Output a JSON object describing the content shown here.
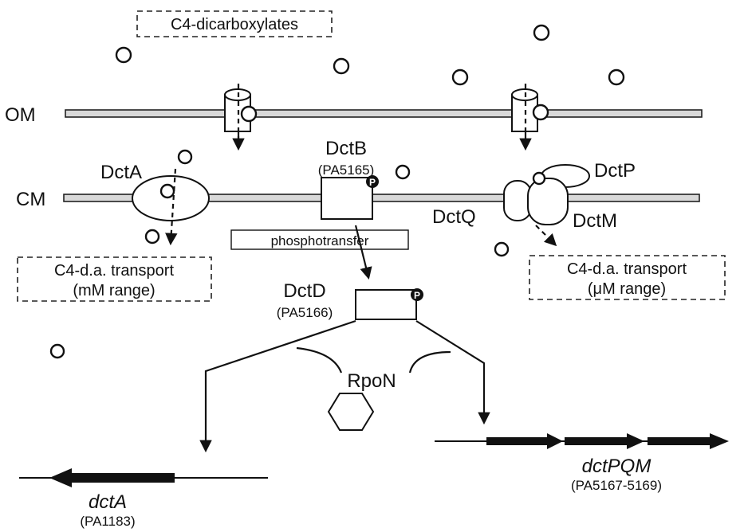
{
  "labels": {
    "c4_dicarboxylates": "C4-dicarboxylates",
    "om": "OM",
    "cm": "CM",
    "dctA_protein": "DctA",
    "dctB": "DctB",
    "dctB_id": "(PA5165)",
    "dctP": "DctP",
    "dctQ": "DctQ",
    "dctM": "DctM",
    "phosphotransfer": "phosphotransfer",
    "dctD": "DctD",
    "dctD_id": "(PA5166)",
    "phospho": "P",
    "rpoN": "RpoN",
    "transport_mm_line1": "C4-d.a. transport",
    "transport_mm_line2": "(mM range)",
    "transport_um_line1": "C4-d.a. transport",
    "transport_um_line2": "(μM range)",
    "dctA_gene": "dctA",
    "dctA_gene_id": "(PA1183)",
    "dctPQM_gene": "dctPQM",
    "dctPQM_gene_id": "(PA5167-5169)"
  }
}
